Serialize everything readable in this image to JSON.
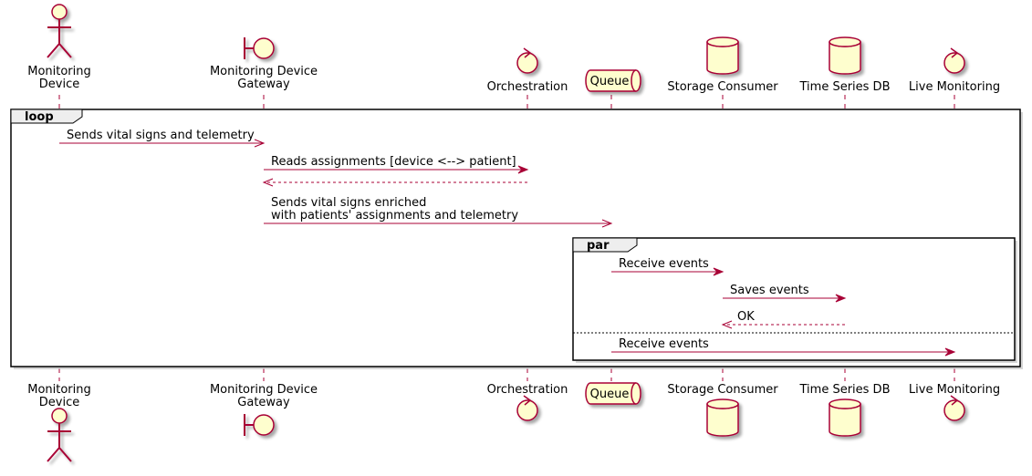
{
  "participants": [
    {
      "id": "device",
      "type": "actor",
      "label": [
        "Monitoring",
        "Device"
      ]
    },
    {
      "id": "gateway",
      "type": "boundary",
      "label": [
        "Monitoring Device",
        "Gateway"
      ]
    },
    {
      "id": "orch",
      "type": "control",
      "label": [
        "Orchestration"
      ]
    },
    {
      "id": "queue",
      "type": "queue",
      "label": [
        "Queue"
      ]
    },
    {
      "id": "storage",
      "type": "database",
      "label": [
        "Storage Consumer"
      ]
    },
    {
      "id": "tsdb",
      "type": "database",
      "label": [
        "Time Series DB"
      ]
    },
    {
      "id": "live",
      "type": "control",
      "label": [
        "Live Monitoring"
      ]
    }
  ],
  "frames": {
    "loop": "loop",
    "par": "par"
  },
  "messages": [
    {
      "from": "device",
      "to": "gateway",
      "style": "async",
      "text": [
        "Sends vital signs and telemetry"
      ]
    },
    {
      "from": "gateway",
      "to": "orch",
      "style": "sync",
      "text": [
        "Reads assignments [device <--> patient]"
      ]
    },
    {
      "from": "orch",
      "to": "gateway",
      "style": "return",
      "text": []
    },
    {
      "from": "gateway",
      "to": "queue",
      "style": "async",
      "text": [
        "Sends vital signs enriched",
        "with patients' assignments and telemetry"
      ]
    },
    {
      "from": "queue",
      "to": "storage",
      "style": "sync",
      "text": [
        "Receive events"
      ]
    },
    {
      "from": "storage",
      "to": "tsdb",
      "style": "sync",
      "text": [
        "Saves events"
      ]
    },
    {
      "from": "tsdb",
      "to": "storage",
      "style": "return",
      "text": [
        "OK"
      ]
    },
    {
      "from": "queue",
      "to": "live",
      "style": "sync",
      "text": [
        "Receive events"
      ]
    }
  ],
  "colors": {
    "line": "#A80036",
    "fill": "#FEFECE",
    "frame_title_fill": "#EEEEEE"
  }
}
